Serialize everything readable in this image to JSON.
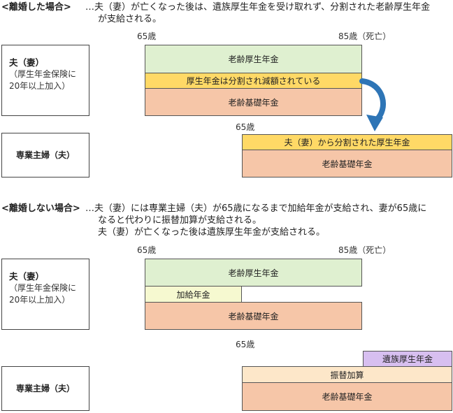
{
  "section1": {
    "title": "<離婚した場合>",
    "desc1": "…夫（妻）が亡くなった後は、遺族厚生年金を受け取れず、分割された老齢厚生年金",
    "desc2": "が支給される。",
    "age_65_top": "65歳",
    "age_85_top": "85歳（死亡）",
    "age_65_mid": "65歳",
    "husband": {
      "name": "夫（妻）",
      "note1": "（厚生年金保険に",
      "note2": "20年以上加入）"
    },
    "homemaker": {
      "name": "専業主婦（夫）"
    },
    "bars": {
      "rorei_kosei": "老齢厚生年金",
      "kosei_split": "厚生年金は分割され減額されている",
      "rorei_kiso": "老齢基礎年金",
      "split_received": "夫（妻）から分割された厚生年金",
      "rorei_kiso_2": "老齢基礎年金"
    },
    "arrow_color": "#2e75b6"
  },
  "section2": {
    "title": "<離婚しない場合>",
    "desc1": "…夫（妻）には専業主婦（夫）が65歳になるまで加給年金が支給され、妻が65歳に",
    "desc2": "なると代わりに振替加算が支給される。",
    "desc3": "夫（妻）が亡くなった後は遺族厚生年金が支給される。",
    "age_65_top": "65歳",
    "age_85_top": "85歳（死亡）",
    "age_65_mid": "65歳",
    "husband": {
      "name": "夫（妻）",
      "note1": "（厚生年金保険に",
      "note2": "20年以上加入）"
    },
    "homemaker": {
      "name": "専業主婦（夫）"
    },
    "bars": {
      "rorei_kosei": "老齢厚生年金",
      "kakyu": "加給年金",
      "rorei_kiso": "老齢基礎年金",
      "izoku": "遺族厚生年金",
      "furikae": "振替加算",
      "rorei_kiso_2": "老齢基礎年金"
    }
  }
}
